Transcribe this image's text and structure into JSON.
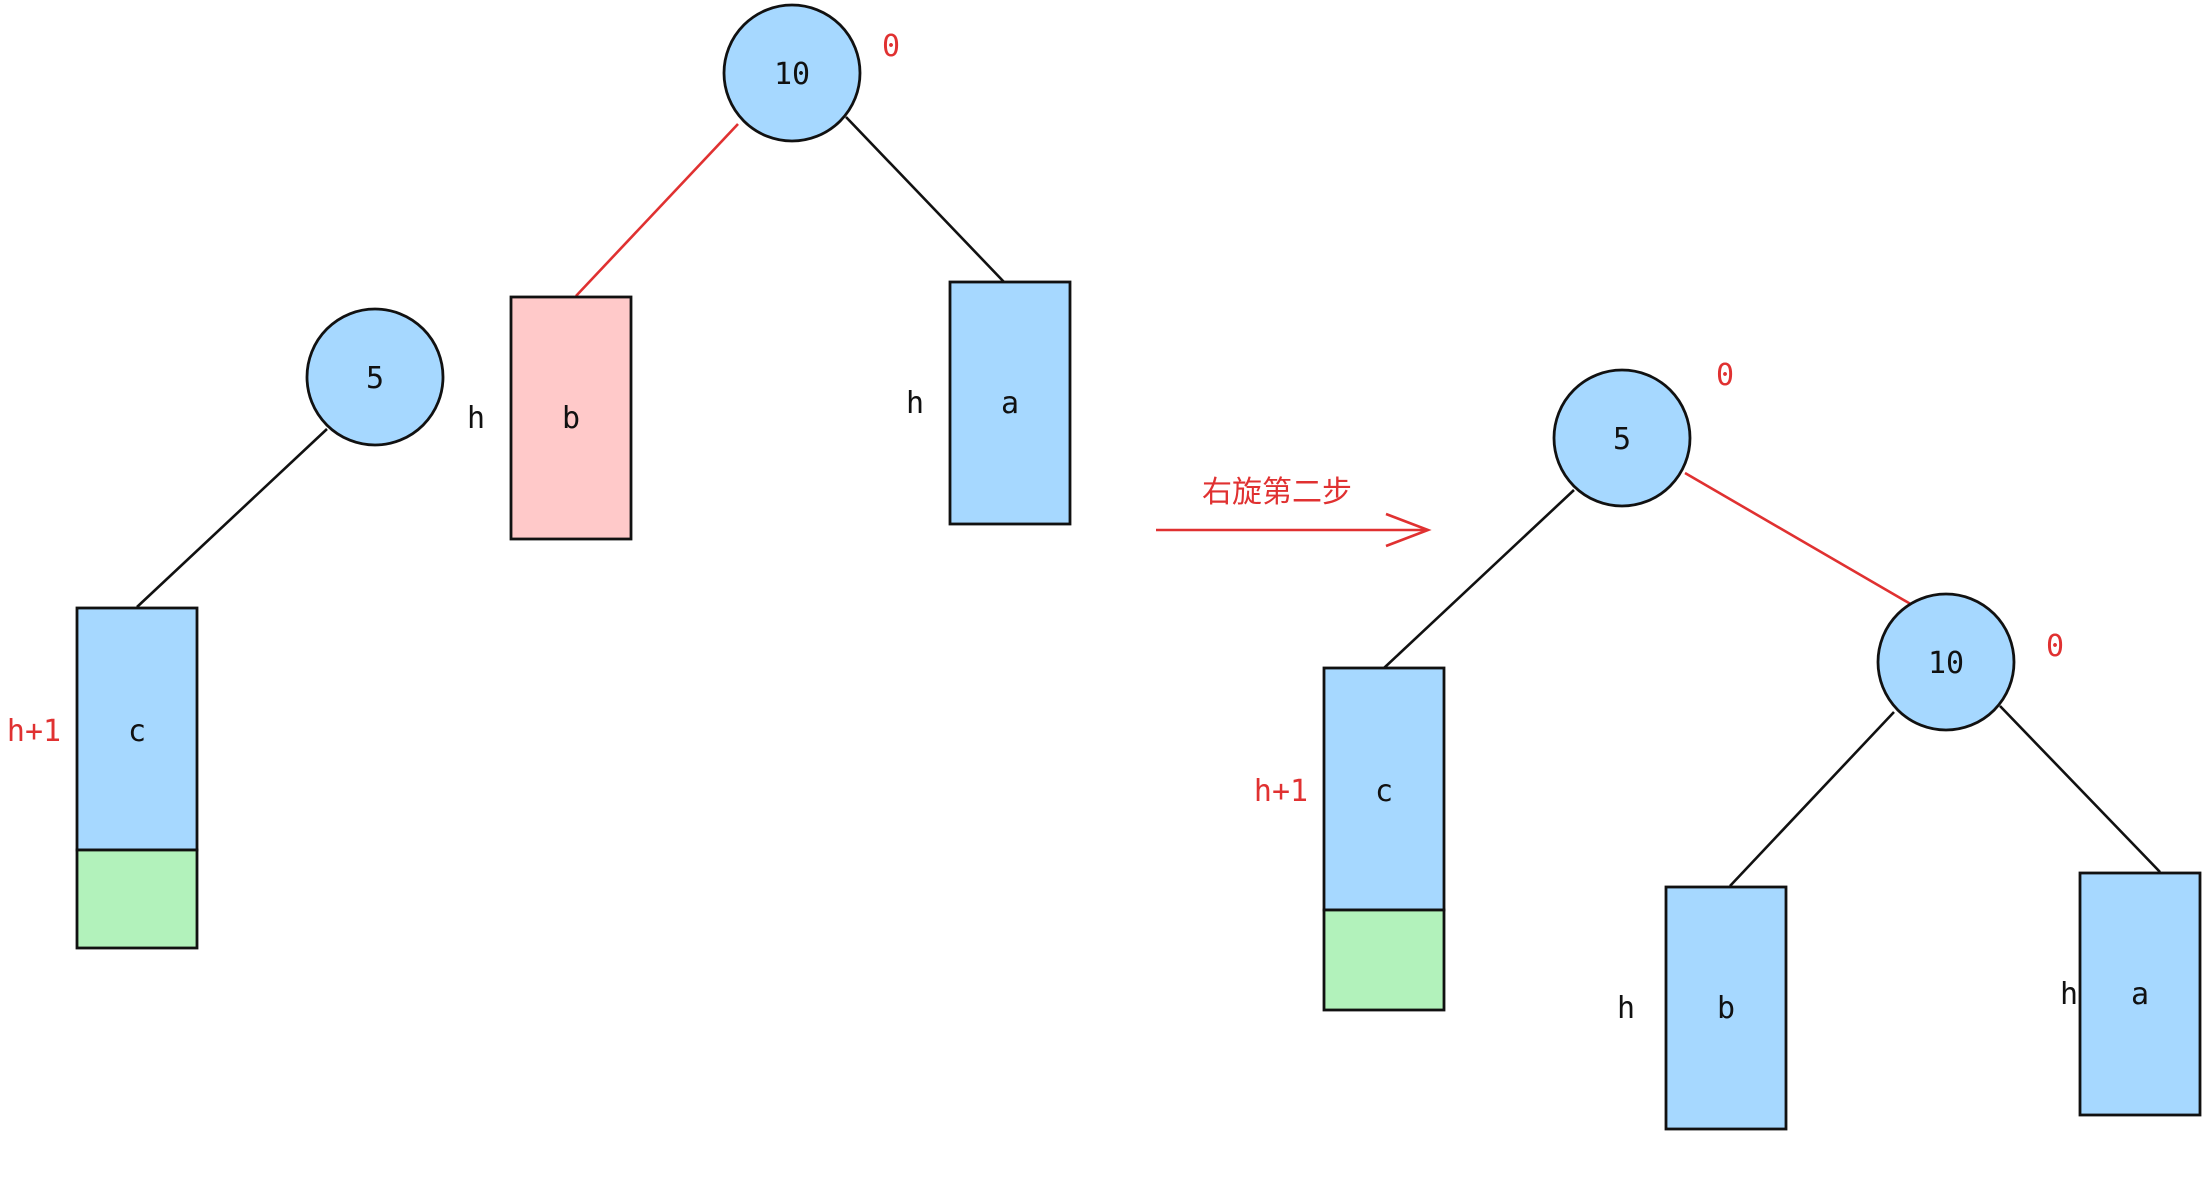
{
  "colors": {
    "node_fill": "#a6d8ff",
    "box_blue": "#a6d8ff",
    "box_pink": "#ffc9c9",
    "box_green": "#b2f2bb",
    "stroke": "#111111",
    "red": "#e03131"
  },
  "left_tree": {
    "root_node": "10",
    "root_balance": "0",
    "child_node": "5",
    "subtree_b": {
      "label": "b",
      "height": "h"
    },
    "subtree_a": {
      "label": "a",
      "height": "h"
    },
    "subtree_c": {
      "label": "c",
      "height": "h+1"
    }
  },
  "transition": {
    "label": "右旋第二步"
  },
  "right_tree": {
    "root_node": "5",
    "root_balance": "0",
    "child_node": "10",
    "child_balance": "0",
    "subtree_c": {
      "label": "c",
      "height": "h+1"
    },
    "subtree_b": {
      "label": "b",
      "height": "h"
    },
    "subtree_a": {
      "label": "a",
      "height": "h"
    }
  }
}
